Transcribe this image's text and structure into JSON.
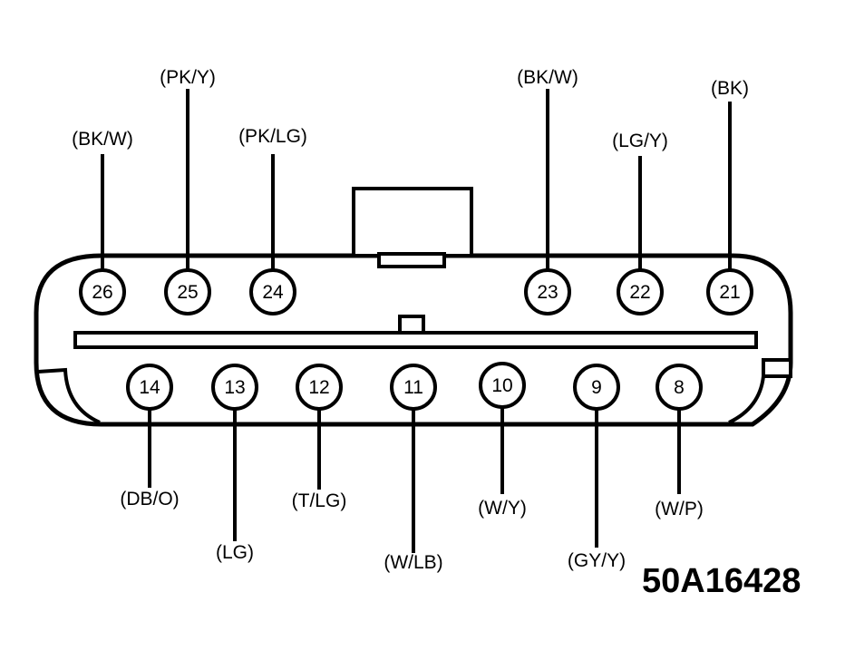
{
  "figure_id": "50A16428",
  "top_pins": [
    {
      "number": "26",
      "wire_color": "(BK/W)"
    },
    {
      "number": "25",
      "wire_color": "(PK/Y)"
    },
    {
      "number": "24",
      "wire_color": "(PK/LG)"
    },
    {
      "number": "23",
      "wire_color": "(BK/W)"
    },
    {
      "number": "22",
      "wire_color": "(LG/Y)"
    },
    {
      "number": "21",
      "wire_color": "(BK)"
    }
  ],
  "bottom_pins": [
    {
      "number": "14",
      "wire_color": "(DB/O)"
    },
    {
      "number": "13",
      "wire_color": "(LG)"
    },
    {
      "number": "12",
      "wire_color": "(T/LG)"
    },
    {
      "number": "11",
      "wire_color": "(W/LB)"
    },
    {
      "number": "10",
      "wire_color": "(W/Y)"
    },
    {
      "number": "9",
      "wire_color": "(GY/Y)"
    },
    {
      "number": "8",
      "wire_color": "(W/P)"
    }
  ]
}
